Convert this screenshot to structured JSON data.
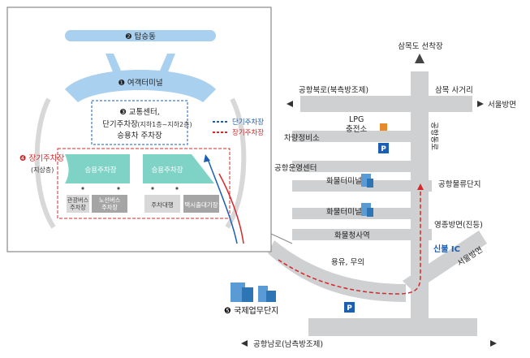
{
  "inset": {
    "boarding_area": "❷ 탑승동",
    "passenger_terminal": "❶ 여객터미널",
    "transport_center": {
      "line1": "❸ 교통센터,",
      "line2a": "단기주차장",
      "line2b": "(지하1층~지하2층)",
      "line3": "승용차 주차장"
    },
    "long_term": {
      "title": "❹ 장기주차장",
      "sub": "(지상층)"
    },
    "lots": {
      "left_lot": "승용주차장",
      "right_lot": "승용주차장",
      "box1": "관광버스\n주차장",
      "box2": "노선버스\n주차장",
      "box3": "주차대행",
      "box4": "택시출대기장"
    },
    "legend": {
      "short_term": "단기주차장",
      "long_term": "장기주차장",
      "short_color": "#1a5fb4",
      "long_color": "#d62828"
    }
  },
  "map": {
    "north_top": "삼목도 선착장",
    "airport_north_road": "공항북로(북측방조제)",
    "samok_intersection": "삼목 사거리",
    "seoul_dir_1": "서울방면",
    "lpg": "LPG",
    "lpg_2": "충전소",
    "vehicle_maint": "차량정비소",
    "airport_east_road": "공항동로",
    "ops_center": "공항운영센터",
    "cargo_terminal_1": "화물터미널",
    "logistics": "공항물류단지",
    "cargo_terminal_2": "화물터미널",
    "yeongjong": "영종방면(진등)",
    "cargo_office": "화물청사역",
    "sinbul_ic": "신불 IC",
    "seoul_dir_2": "서울방면",
    "yongyu": "용유, 무의",
    "business_complex": "❺ 국제업무단지",
    "south_road": "공항남로(남측방조제)"
  }
}
